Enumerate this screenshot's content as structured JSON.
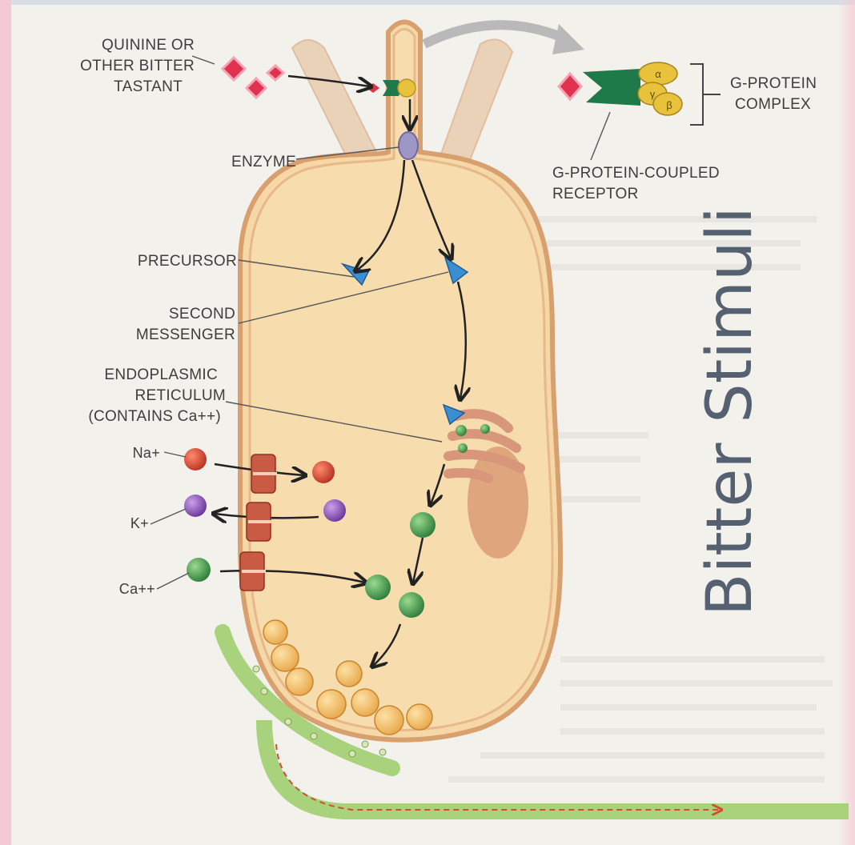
{
  "title": "Bitter Stimuli",
  "labels": {
    "tastant_line1": "QUININE OR",
    "tastant_line2": "OTHER BITTER",
    "tastant_line3": "TASTANT",
    "enzyme": "ENZYME",
    "precursor": "PRECURSOR",
    "second_messenger_line1": "SECOND",
    "second_messenger_line2": "MESSENGER",
    "er_line1": "ENDOPLASMIC",
    "er_line2": "RETICULUM",
    "er_line3": "(CONTAINS Ca++)",
    "na": "Na+",
    "k": "K+",
    "ca": "Ca++",
    "gprotein_line1": "G-PROTEIN",
    "gprotein_line2": "COMPLEX",
    "gpcr_line1": "G-PROTEIN-COUPLED",
    "gpcr_line2": "RECEPTOR"
  },
  "subunits": {
    "alpha": "α",
    "beta": "β",
    "gamma": "γ"
  },
  "colors": {
    "cell_fill": "#f6d8a8",
    "cell_outline": "#d9a070",
    "channel": "#c95a44",
    "na_ion": "#d8442f",
    "k_ion": "#8a4fb8",
    "ca_ion": "#3d9a4c",
    "receptor": "#1f7a4a",
    "gprotein": "#e8c23a",
    "messenger": "#3b8fd1",
    "vesicle": "#f0b75a",
    "nerve": "#9fcf72",
    "title": "#556070"
  }
}
